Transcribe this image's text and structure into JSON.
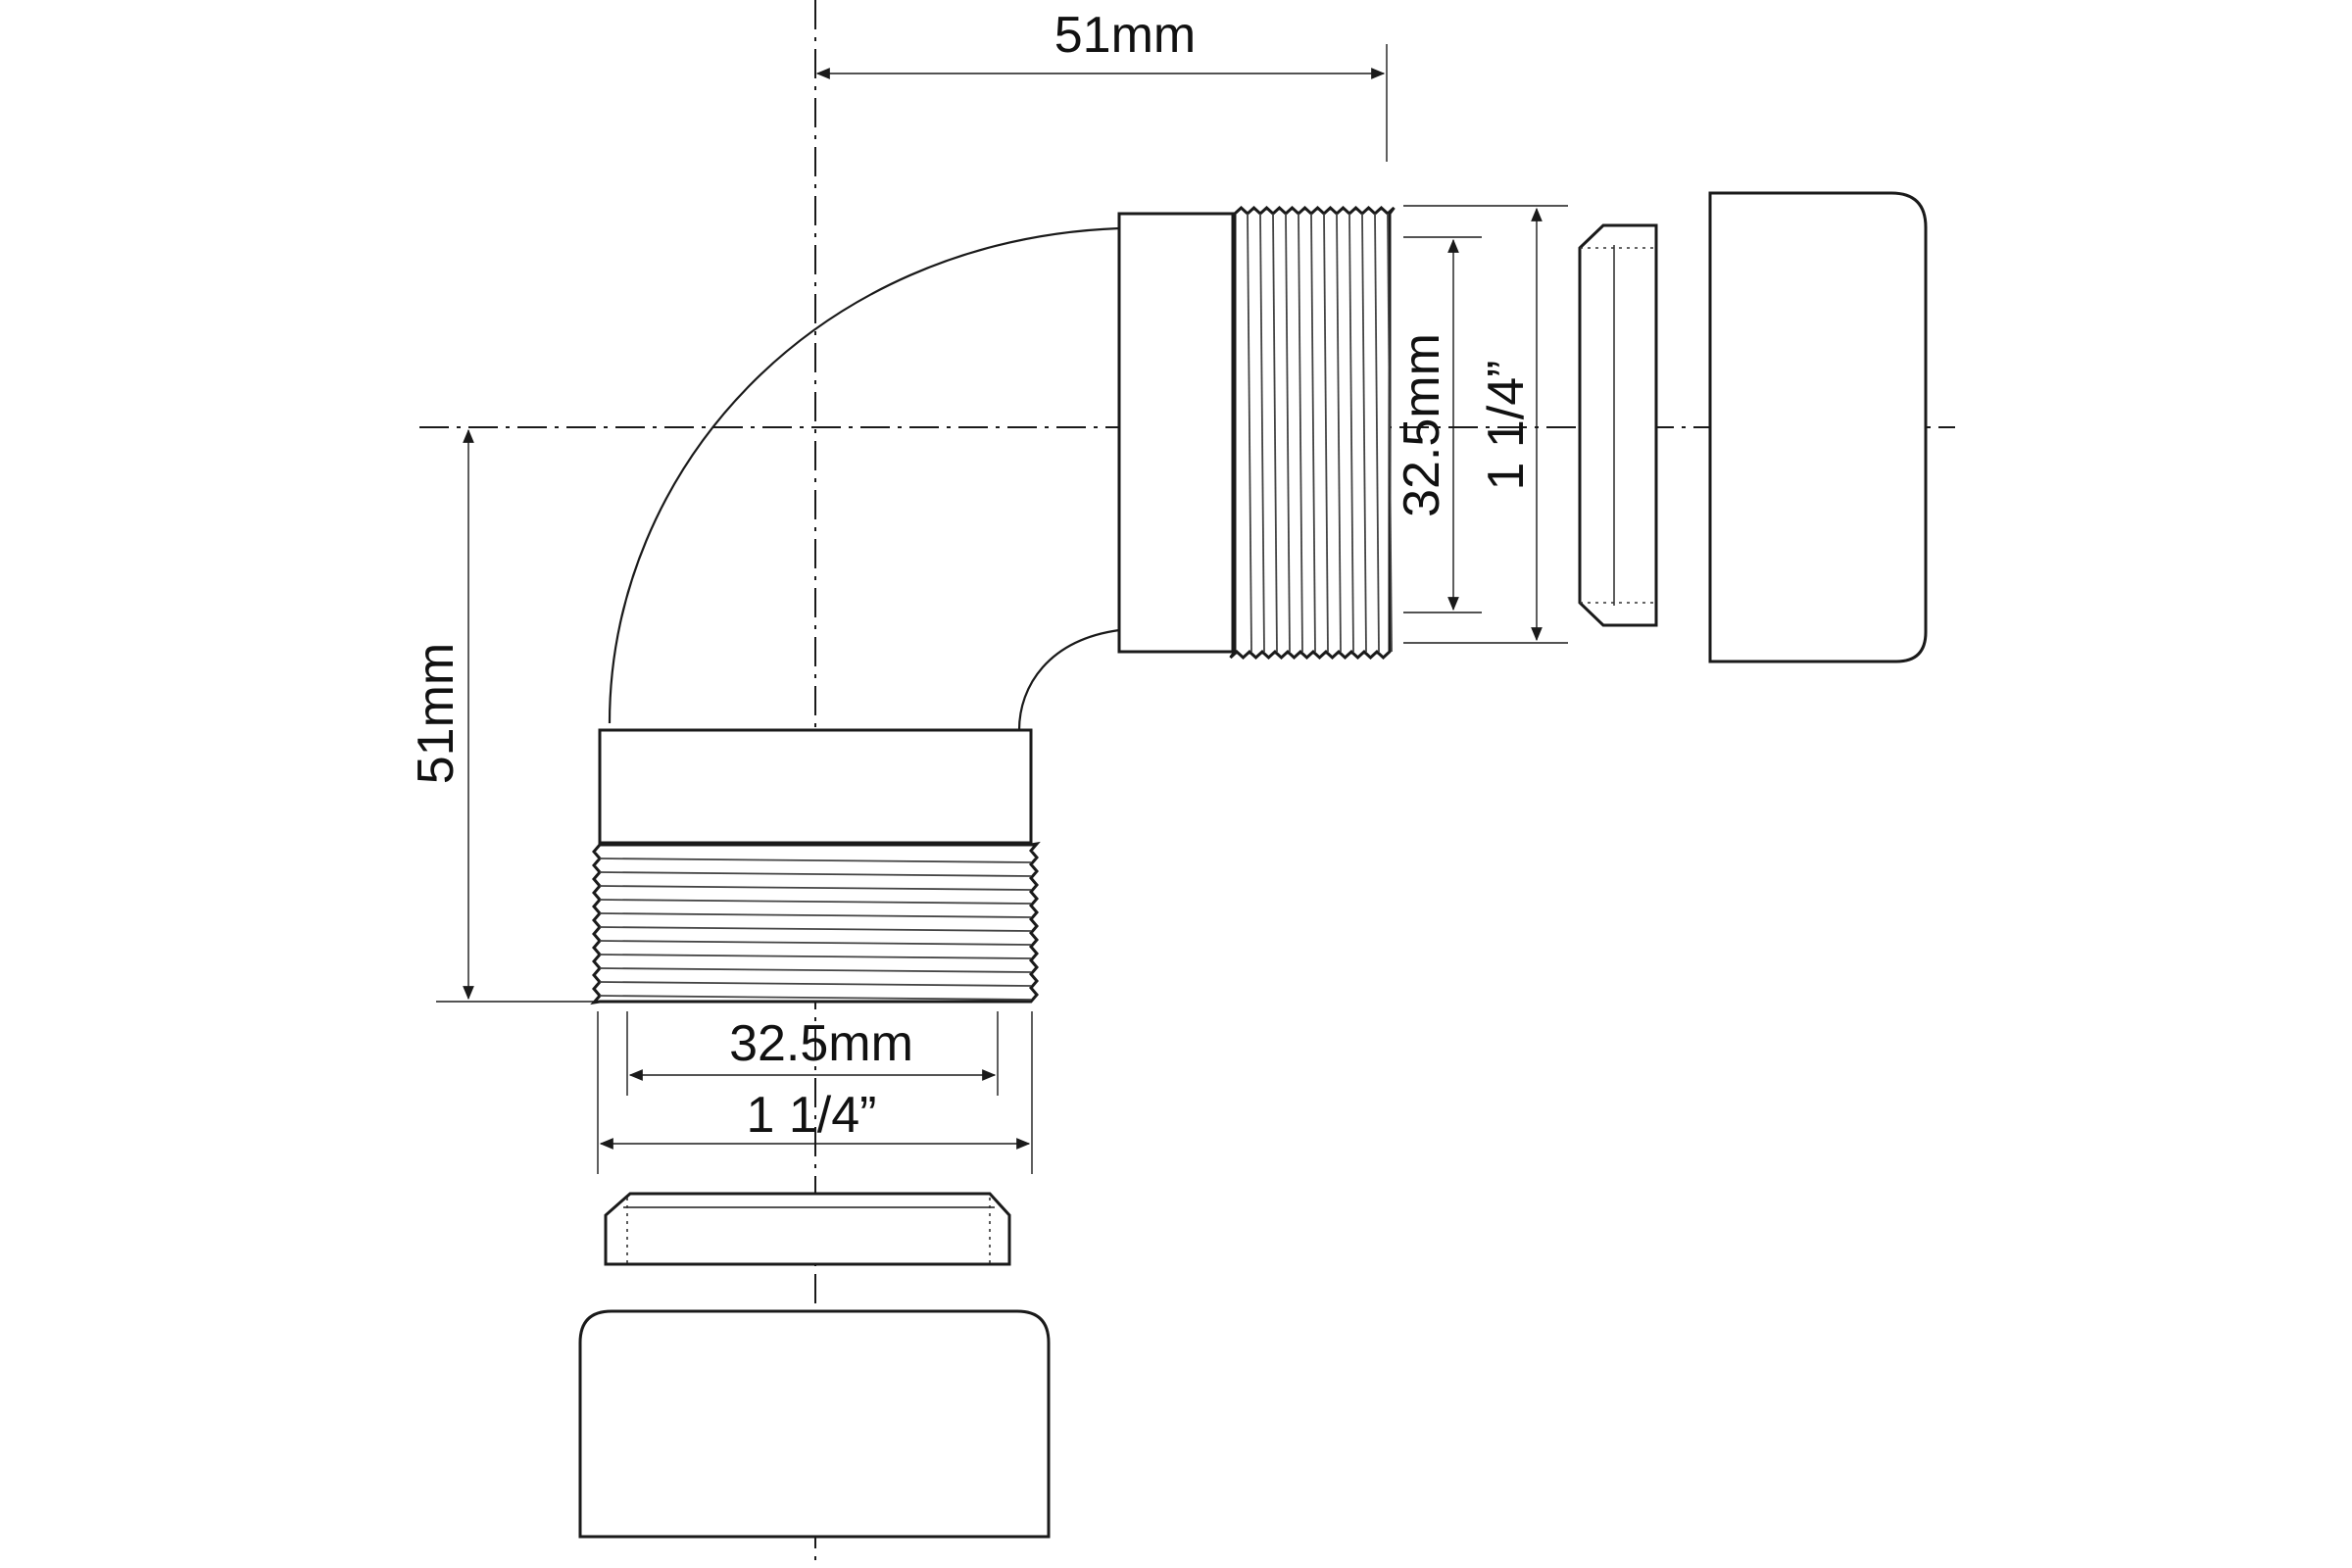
{
  "diagram": {
    "dimensions": {
      "horizontal_offset": "51mm",
      "vertical_offset": "51mm",
      "bottom_inner_diameter": "32.5mm",
      "bottom_thread_size": "1 1/4”",
      "right_inner_diameter": "32.5mm",
      "right_thread_size": "1 1/4”"
    },
    "colors": {
      "line": "#1a1a1a",
      "background": "#ffffff"
    }
  }
}
